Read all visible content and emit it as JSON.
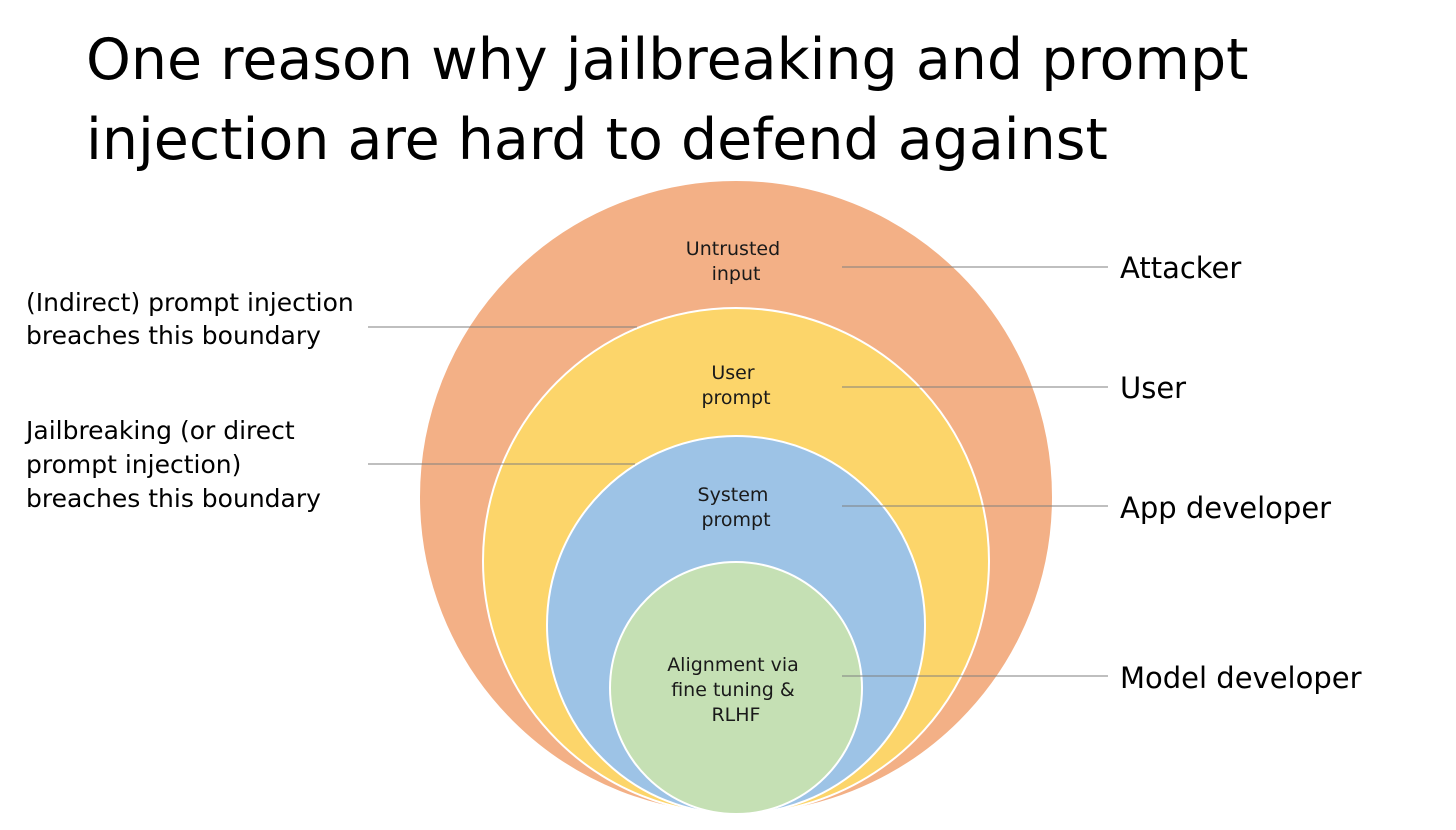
{
  "title": {
    "line1": "One reason why jailbreaking and prompt",
    "line2": "injection are hard to defend against"
  },
  "rings": [
    {
      "lines": [
        "Untrusted",
        "input"
      ],
      "fill": "#F3B086"
    },
    {
      "lines": [
        "User",
        "prompt"
      ],
      "fill": "#FCD56A"
    },
    {
      "lines": [
        "System",
        "prompt"
      ],
      "fill": "#9DC3E6"
    },
    {
      "lines": [
        "Alignment via",
        "fine tuning &",
        "RLHF"
      ],
      "fill": "#C5E0B4"
    }
  ],
  "roles": {
    "attacker": "Attacker",
    "user": "User",
    "app_developer": "App developer",
    "model_developer": "Model developer"
  },
  "notes": {
    "indirect": {
      "line1": "(Indirect) prompt injection",
      "line2": "breaches this boundary"
    },
    "jailbreak": {
      "line1": "Jailbreaking (or direct",
      "line2": "prompt injection)",
      "line3": "breaches this boundary"
    }
  },
  "colors": {
    "outline": "#ffffff",
    "connector": "#7f7f7f"
  }
}
